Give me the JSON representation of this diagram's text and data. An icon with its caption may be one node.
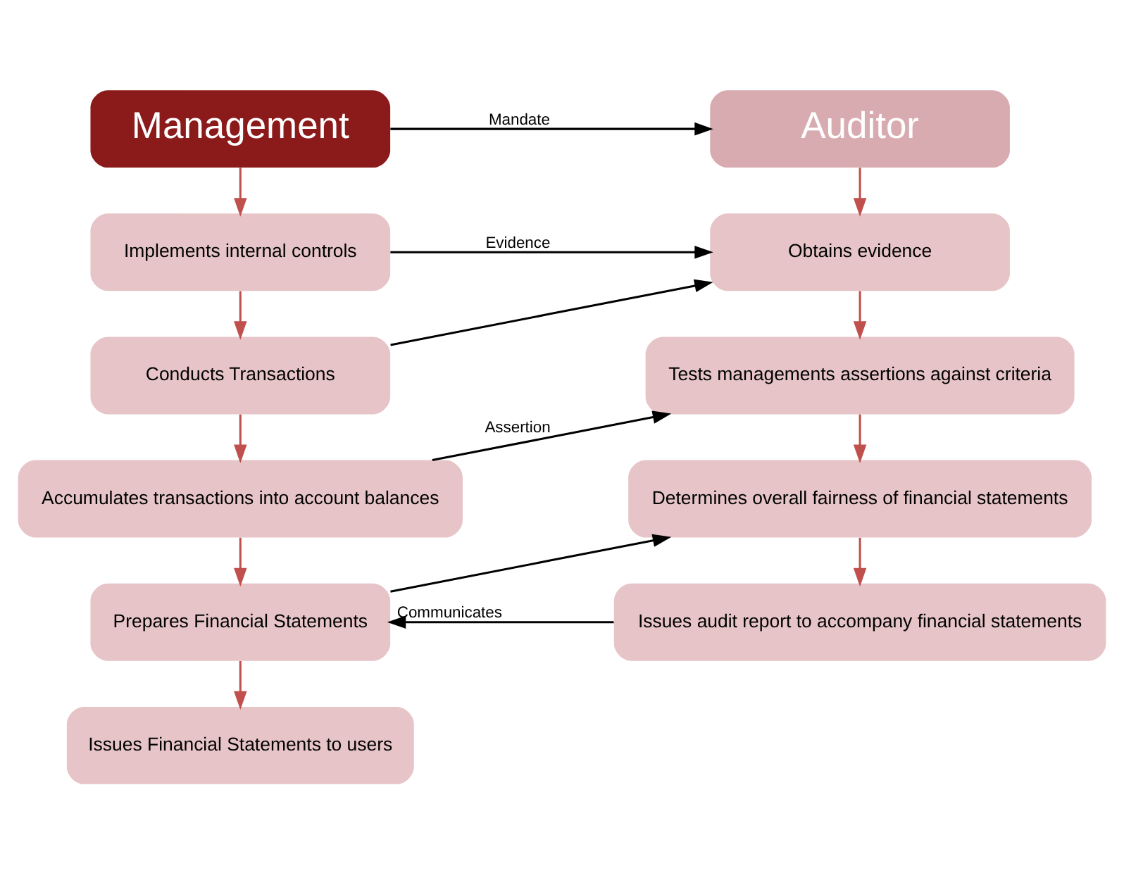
{
  "diagram": {
    "nodes": [
      {
        "text": [
          "Management"
        ]
      },
      {
        "text": [
          "Implements internal controls"
        ]
      },
      {
        "text": [
          "Conducts Transactions"
        ]
      },
      {
        "text": [
          "Accumulates transactions into account balances"
        ]
      },
      {
        "text": [
          "Prepares Financial Statements"
        ]
      },
      {
        "text": [
          "Issues Financial Statements to users"
        ]
      },
      {
        "text": [
          "Auditor"
        ]
      },
      {
        "text": [
          "Obtains evidence"
        ]
      },
      {
        "text": [
          "Tests managements assertions against criteria"
        ]
      },
      {
        "text": [
          "Determines overall fairness of financial statements"
        ]
      },
      {
        "text": [
          "Issues audit report to accompany financial statements"
        ]
      }
    ],
    "edges": [
      {
        "from": 0,
        "to": 6,
        "arrow": "to",
        "label": "Mandate",
        "color": "#000000"
      },
      {
        "from": 1,
        "to": 7,
        "arrow": "to",
        "label": "Evidence",
        "color": "#000000"
      },
      {
        "from": 2,
        "to": 7,
        "arrow": "to",
        "color": "#000000"
      },
      {
        "from": 3,
        "to": 8,
        "arrow": "to",
        "label": "Assertion",
        "color": "#000000"
      },
      {
        "from": 4,
        "to": 9,
        "arrow": "to",
        "color": "#000000"
      },
      {
        "from": 10,
        "to": 4,
        "arrow": "to",
        "label": "Communicates",
        "color": "#000000"
      },
      {
        "from": 0,
        "to": 1,
        "arrow": "to"
      },
      {
        "from": 1,
        "to": 2,
        "arrow": "to"
      },
      {
        "from": 2,
        "to": 3,
        "arrow": "to"
      },
      {
        "from": 3,
        "to": 4,
        "arrow": "to"
      },
      {
        "from": 4,
        "to": 5,
        "arrow": "to"
      },
      {
        "from": 6,
        "to": 7,
        "arrow": "to"
      },
      {
        "from": 7,
        "to": 8,
        "arrow": "to"
      },
      {
        "from": 8,
        "to": 9,
        "arrow": "to"
      },
      {
        "from": 9,
        "to": 10,
        "arrow": "to"
      }
    ]
  }
}
